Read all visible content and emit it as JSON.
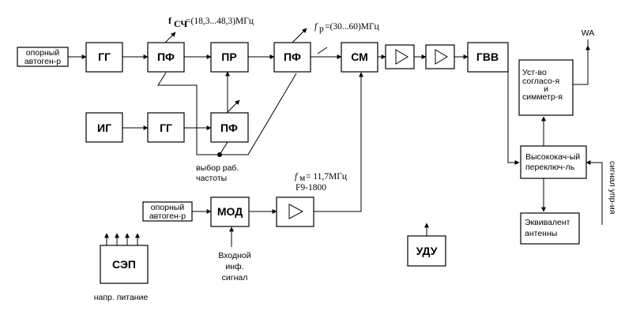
{
  "blocks": {
    "ref_osc_top": [
      "опорный",
      "автоген-р"
    ],
    "gg_top": "ГГ",
    "pf1": "ПФ",
    "pr": "ПР",
    "pf2": "ПФ",
    "sm": "СМ",
    "gvv": "ГВВ",
    "ig": "ИГ",
    "gg_mid": "ГГ",
    "pf_mid": "ПФ",
    "ref_osc_bottom": [
      "опорный",
      "автоген-р"
    ],
    "mod": "МОД",
    "sep": "СЭП",
    "udu": "УДУ",
    "matching": [
      "Уст-во",
      "согласо-я",
      "и",
      "симметр-я"
    ],
    "hf_switch": [
      "Высококач-ый",
      "переключ-ль"
    ],
    "antenna_eq": [
      "Эквивалент",
      "антенны"
    ]
  },
  "labels": {
    "f_sch_main": "f",
    "f_sch_sub": "СЧ",
    "f_sch_value": "=(18,3...48,3)МГц",
    "f_p": "f",
    "f_p_sub": "p",
    "f_p_value": " =(30...60)МГц",
    "f_m": "f",
    "f_m_sub": "м",
    "f_m_value": "= 11,7МГц",
    "emission_class": "F9-1800",
    "freq_select": [
      "выбор раб.",
      "частоты"
    ],
    "input_signal": [
      "Входной",
      "инф.",
      "сигнал"
    ],
    "power_supply": "напр. питание",
    "antenna": "WA",
    "control_signal": "сигнал упр-ия"
  }
}
